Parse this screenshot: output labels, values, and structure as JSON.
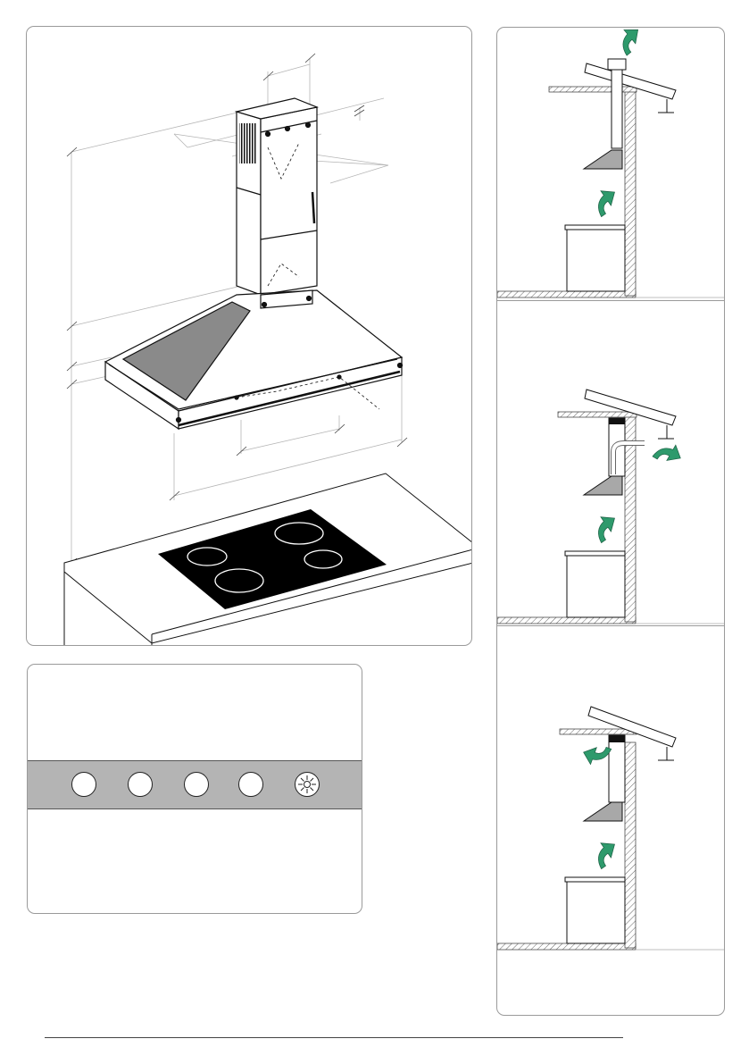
{
  "hood_illustration": {
    "items": [
      "chimney",
      "hood-body",
      "grease-filter",
      "hob",
      "counter",
      "dimension-lines"
    ]
  },
  "control_panel": {
    "buttons": [
      {
        "name": "button-1",
        "icon": "plain-button"
      },
      {
        "name": "button-2",
        "icon": "plain-button"
      },
      {
        "name": "button-3",
        "icon": "plain-button"
      },
      {
        "name": "button-4",
        "icon": "plain-button"
      },
      {
        "name": "light-button",
        "icon": "light-icon"
      }
    ],
    "strip_color": "#b4b4b4"
  },
  "installation_modes": [
    {
      "mode": "ducted-vertical",
      "outlet": "top"
    },
    {
      "mode": "ducted-rear",
      "outlet": "back-wall"
    },
    {
      "mode": "recirculation",
      "outlet": "front-top"
    }
  ],
  "colors": {
    "arrow": "#2e9a6c",
    "filter": "#8a8a8a",
    "hob": "#000000",
    "line": "#222222"
  }
}
